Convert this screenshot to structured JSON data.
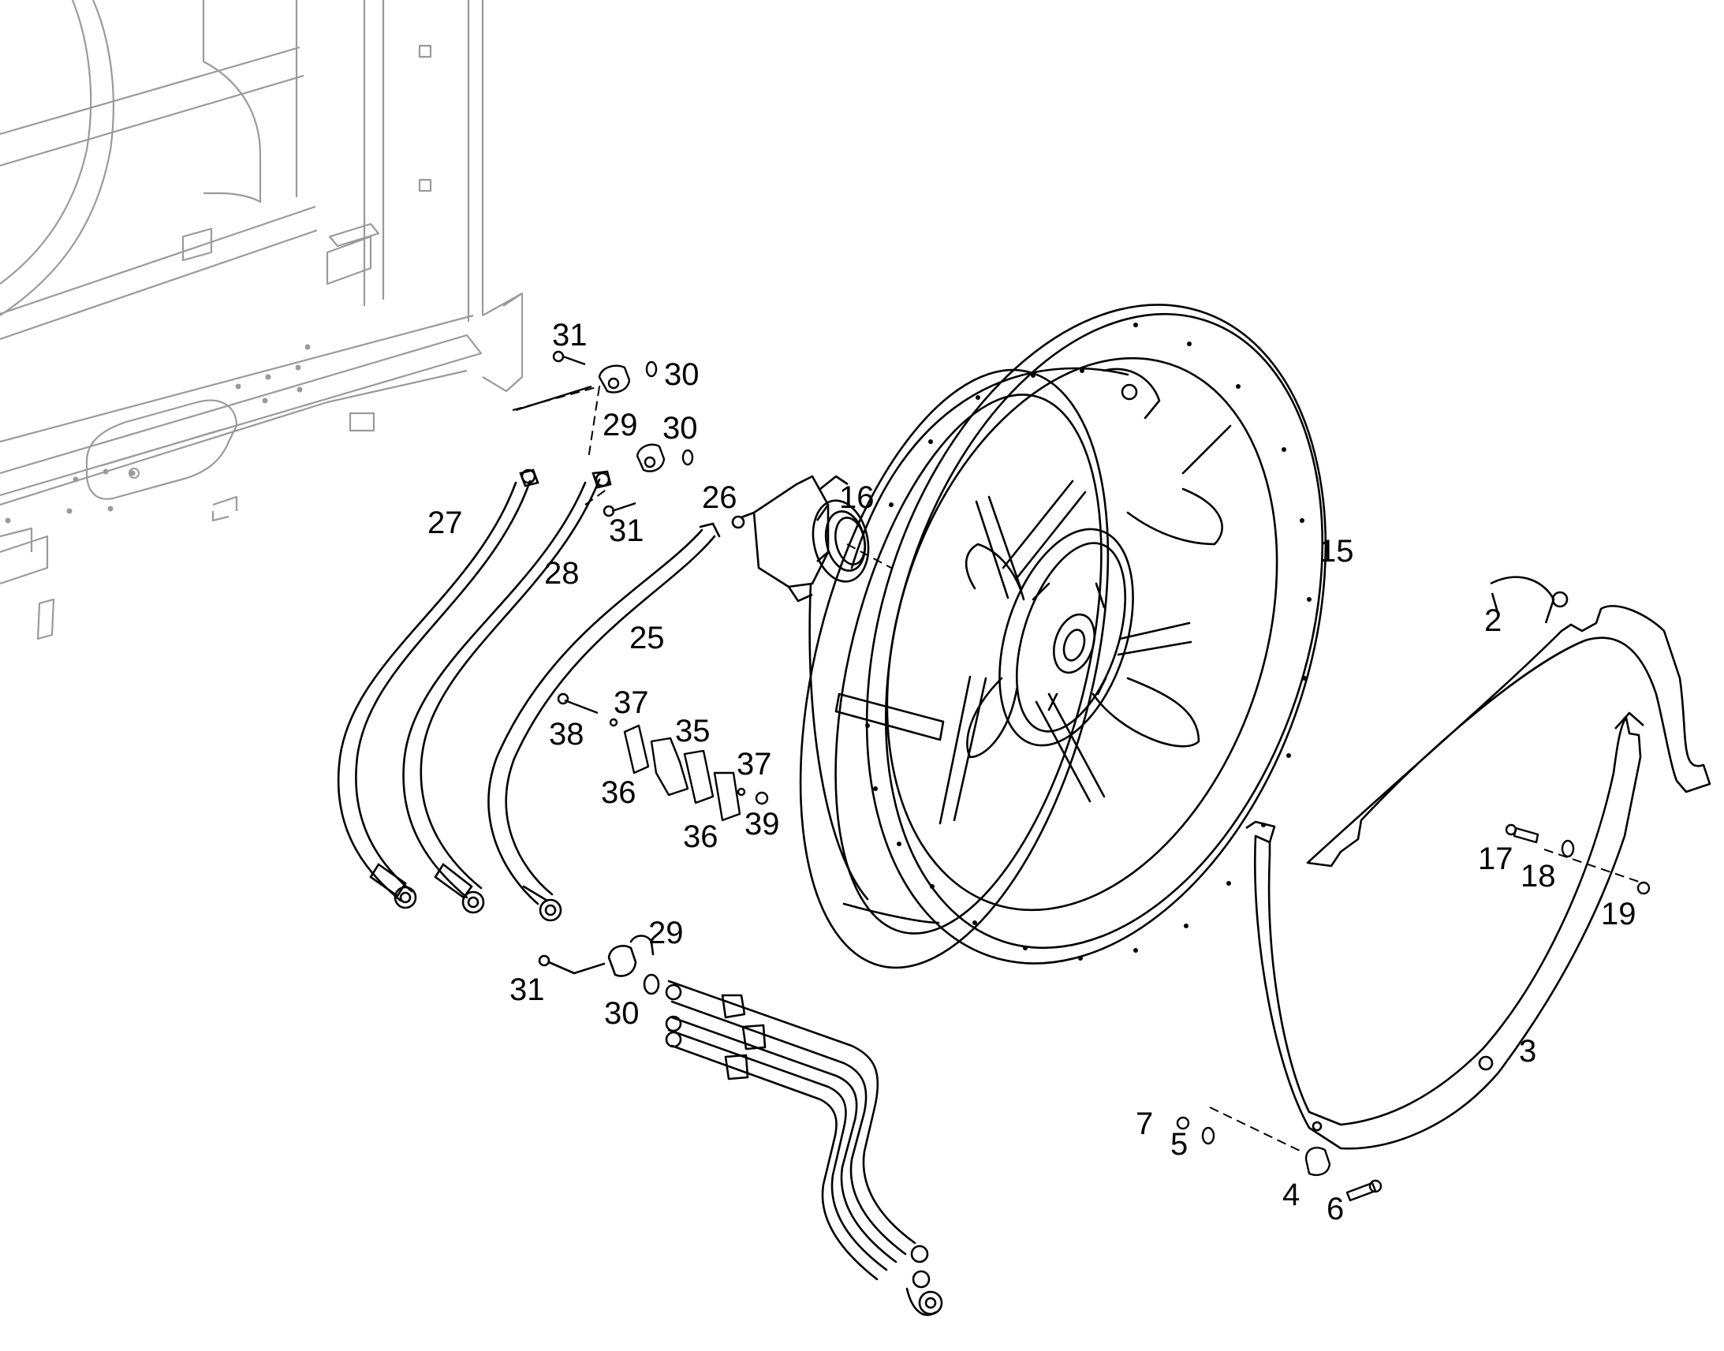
{
  "diagram": {
    "type": "exploded-parts-diagram",
    "colors": {
      "line": "#000000",
      "faint": "#9a9a9a",
      "background": "#ffffff"
    },
    "callouts": [
      {
        "id": "c31a",
        "label": "31"
      },
      {
        "id": "c30a",
        "label": "30"
      },
      {
        "id": "c29a",
        "label": "29"
      },
      {
        "id": "c30b",
        "label": "30"
      },
      {
        "id": "c26",
        "label": "26"
      },
      {
        "id": "c16",
        "label": "16"
      },
      {
        "id": "c27",
        "label": "27"
      },
      {
        "id": "c31b",
        "label": "31"
      },
      {
        "id": "c28",
        "label": "28"
      },
      {
        "id": "c15",
        "label": "15"
      },
      {
        "id": "c25",
        "label": "25"
      },
      {
        "id": "c2",
        "label": "2"
      },
      {
        "id": "c37a",
        "label": "37"
      },
      {
        "id": "c38",
        "label": "38"
      },
      {
        "id": "c35",
        "label": "35"
      },
      {
        "id": "c37b",
        "label": "37"
      },
      {
        "id": "c36a",
        "label": "36"
      },
      {
        "id": "c39",
        "label": "39"
      },
      {
        "id": "c36b",
        "label": "36"
      },
      {
        "id": "c17",
        "label": "17"
      },
      {
        "id": "c18",
        "label": "18"
      },
      {
        "id": "c19",
        "label": "19"
      },
      {
        "id": "c29b",
        "label": "29"
      },
      {
        "id": "c31c",
        "label": "31"
      },
      {
        "id": "c30c",
        "label": "30"
      },
      {
        "id": "c3",
        "label": "3"
      },
      {
        "id": "c7",
        "label": "7"
      },
      {
        "id": "c5",
        "label": "5"
      },
      {
        "id": "c4",
        "label": "4"
      },
      {
        "id": "c6",
        "label": "6"
      }
    ]
  }
}
